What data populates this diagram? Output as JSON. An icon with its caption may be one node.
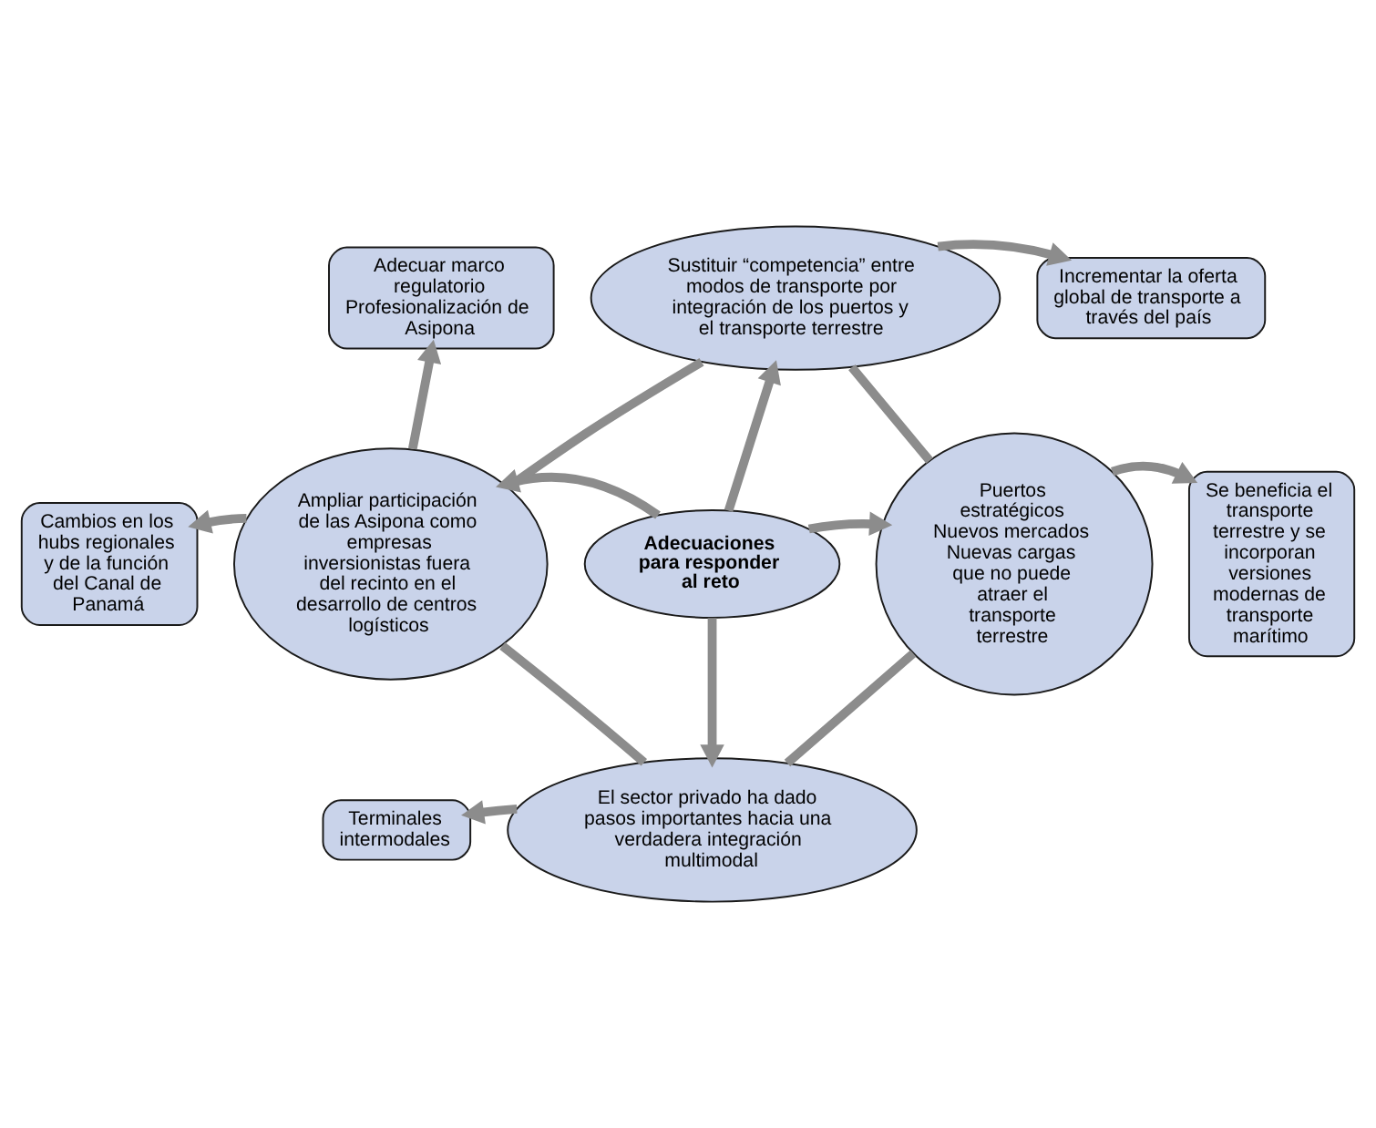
{
  "diagram": {
    "nodes": [
      {
        "text": [
          "Adecuaciones para responder al reto"
        ]
      },
      {
        "text": [
          "Sustituir “competencia” entre modos de transporte por integración de los puertos y el transporte terrestre"
        ]
      },
      {
        "text": [
          "Incrementar la oferta global de transporte a través del país"
        ]
      },
      {
        "text": [
          "Adecuar marco regulatorio Profesionalización de Asipona"
        ]
      },
      {
        "text": [
          "Cambios en los hubs regionales y de la función del Canal de Panamá"
        ]
      },
      {
        "text": [
          "Ampliar participación de las Asipona como empresas inversionistas fuera del recinto en el desarrollo de centros logísticos"
        ]
      },
      {
        "text": [
          "Puertos estratégicos Nuevos mercados Nuevas cargas que no puede atraer el transporte terrestre"
        ]
      },
      {
        "text": [
          "Se beneficia el transporte terrestre y se incorporan versiones modernas de transporte marítimo"
        ]
      },
      {
        "text": [
          "El sector privado ha dado pasos importantes hacia una verdadera integración multimodal"
        ]
      },
      {
        "text": [
          "Terminales intermodales"
        ]
      }
    ],
    "edges": [
      {
        "from": 0,
        "to": 1,
        "arrow": "to"
      },
      {
        "from": 0,
        "to": 5,
        "arrow": "to"
      },
      {
        "from": 0,
        "to": 6,
        "arrow": "to"
      },
      {
        "from": 0,
        "to": 8,
        "arrow": "to"
      },
      {
        "from": 1,
        "to": 2,
        "arrow": "to"
      },
      {
        "from": 5,
        "to": 3,
        "arrow": "to"
      },
      {
        "from": 5,
        "to": 4,
        "arrow": "to"
      },
      {
        "from": 6,
        "to": 7,
        "arrow": "to"
      },
      {
        "from": 8,
        "to": 9,
        "arrow": "to"
      },
      {
        "from": 1,
        "to": 6,
        "arrow": "none"
      },
      {
        "from": 6,
        "to": 8,
        "arrow": "none"
      },
      {
        "from": 8,
        "to": 5,
        "arrow": "none"
      },
      {
        "from": 5,
        "to": 1,
        "arrow": "none"
      }
    ]
  }
}
